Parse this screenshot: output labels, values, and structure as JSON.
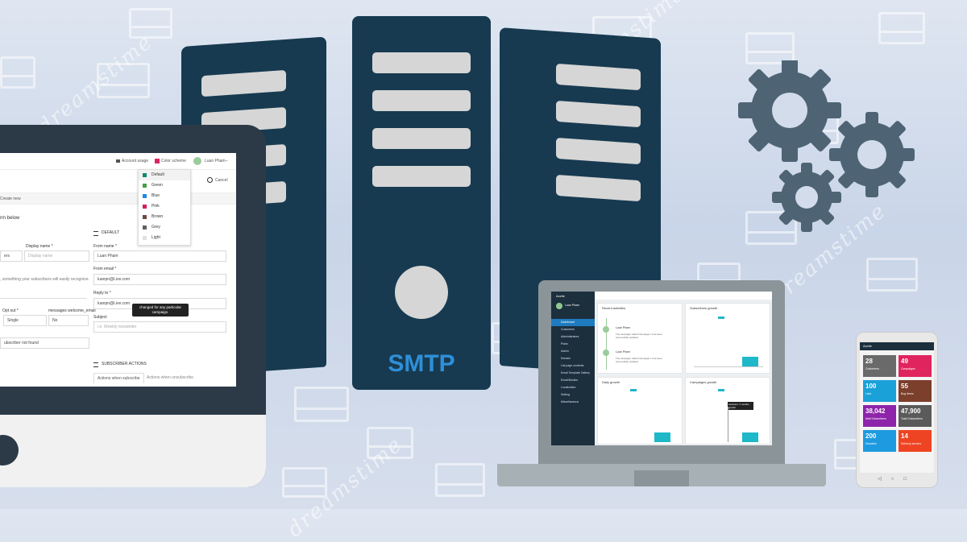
{
  "server_label": "SMTP",
  "watermark": "dreamstime",
  "colors": {
    "server": "#173a50",
    "gear": "#4e6475",
    "accent_teal": "#1fb8c9",
    "slot": "#d6d6d6"
  },
  "monitor": {
    "topbar": {
      "account_usage": "Account usage",
      "color_scheme": "Color scheme",
      "user_name": "Luan Pham"
    },
    "cancel_label": "Cancel",
    "breadcrumb": "Create new",
    "form_heading": "rm below",
    "default_label": "DEFAULT",
    "display_name_label": "Display name *",
    "display_name_placeholder": "Display name",
    "left_input_value": "ers",
    "left_hint": ", something your subscribers will easily recognize.",
    "from_name_label": "From name *",
    "from_name_value": "Luan Pham",
    "from_email_label": "From email *",
    "from_email_value": "luanpn@Live.com",
    "reply_to_label": "Reply to *",
    "reply_to_value": "luanpn@Live.com",
    "subject_label": "Subject",
    "subject_placeholder": "i.e. Weekly newsletter",
    "tooltip": "changed for any particular campaign.",
    "opt_out_label": "Opt out *",
    "opt_out_value": "Single",
    "welcome_label": "messages welcome_email",
    "welcome_value": "No",
    "not_found_text": "ubscriber not found",
    "subscriber_actions_label": "SUBSCRIBER ACTIONS",
    "actions_subscribe": "Actions when subscribe",
    "actions_unsubscribe": "Actions when unsubscribe",
    "color_options": [
      {
        "name": "Default",
        "color": "#0f8a6c"
      },
      {
        "name": "Green",
        "color": "#43a047"
      },
      {
        "name": "Blue",
        "color": "#1e88e5"
      },
      {
        "name": "Pink",
        "color": "#d81b60"
      },
      {
        "name": "Brown",
        "color": "#6d4c41"
      },
      {
        "name": "Grey",
        "color": "#616161"
      },
      {
        "name": "Light",
        "color": "#e0e0e0"
      }
    ]
  },
  "laptop": {
    "brand": "Acelle",
    "user_name": "Luan Pham",
    "sidebar_items": [
      "Dashboard",
      "Customers",
      "Administrators",
      "Plans",
      "Admin",
      "Domain",
      "List page contents",
      "Email Template Gallery",
      "Email/Monitor",
      "Localization",
      "Setting",
      "Miscellaneous"
    ],
    "cards": [
      {
        "title": "Recent activities"
      },
      {
        "title": "Subscribers growth"
      },
      {
        "title": "Daily growth"
      },
      {
        "title": "Campaigns growth"
      }
    ],
    "activities": [
      {
        "name": "Luan Pham",
        "text": "The campaign called Campaign 1 has been successfully updated"
      },
      {
        "name": "Luan Pham",
        "text": "The campaign called Campaign 1 has been successfully updated"
      }
    ],
    "tooltip": "sessions: 3 months growth"
  },
  "phone": {
    "brand": "Acelle",
    "tiles": [
      {
        "value": "28",
        "caption": "Customers",
        "color": "#6a6a6a"
      },
      {
        "value": "49",
        "caption": "Campaigns",
        "color": "#e0245e"
      },
      {
        "value": "100",
        "caption": "Lists",
        "color": "#1aa1d8"
      },
      {
        "value": "55",
        "caption": "Bug Items",
        "color": "#7b3f2b"
      },
      {
        "value": "38,042",
        "caption": "Mail Subscribers",
        "color": "#8e24aa"
      },
      {
        "value": "47,900",
        "caption": "Total Subscribers",
        "color": "#5a5a5a"
      },
      {
        "value": "200",
        "caption": "Domains",
        "color": "#1e9be0"
      },
      {
        "value": "14",
        "caption": "Delivery servers",
        "color": "#ef4423"
      }
    ]
  }
}
